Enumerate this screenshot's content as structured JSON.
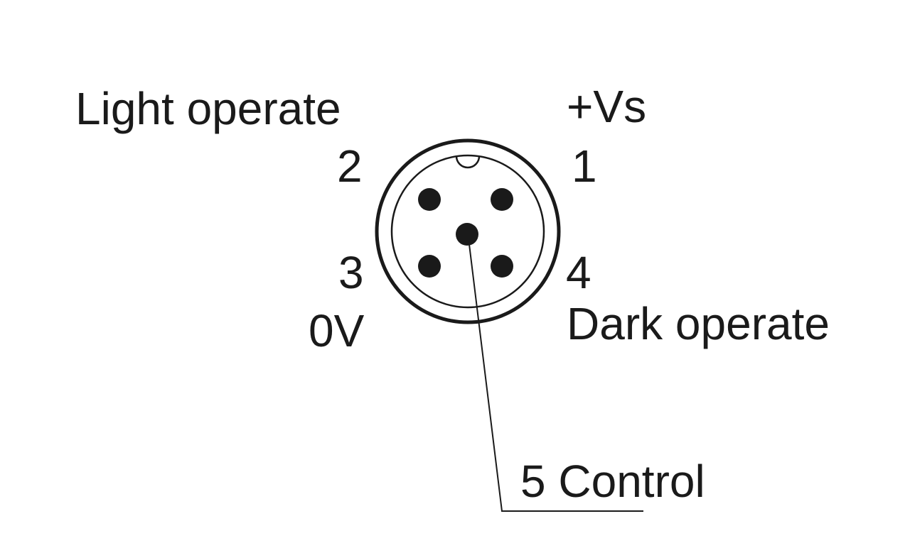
{
  "connector": {
    "pins": [
      {
        "number": "1",
        "function": "+Vs"
      },
      {
        "number": "2",
        "function": "Light operate"
      },
      {
        "number": "3",
        "function": "0V"
      },
      {
        "number": "4",
        "function": "Dark operate"
      },
      {
        "number": "5",
        "function": "Control"
      }
    ],
    "pin5_label": "5 Control"
  },
  "colors": {
    "ink": "#1a1a1a",
    "background": "#ffffff"
  }
}
